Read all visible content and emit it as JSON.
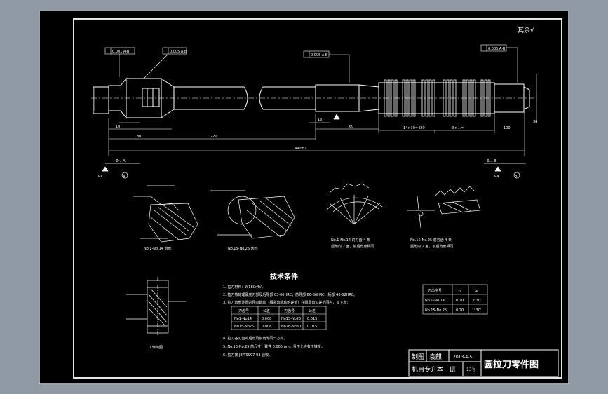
{
  "drawing": {
    "top_right_mark": "其余√",
    "shaft": {
      "tolerance_frames": [
        "0.001 A-B",
        "0.005 A-B",
        "0.005 A-B",
        "0.005 A-B"
      ],
      "dimensions": [
        "220",
        "80",
        "10",
        "16",
        "60",
        "14×30=420",
        "8×...=",
        "100",
        "440±2",
        "30"
      ],
      "datum_left_note": "Φ...  A",
      "datum_right_note": "Φ...  B",
      "datum_a": "A",
      "datum_b": "B",
      "left_note": "Ra",
      "right_label": "Ra"
    },
    "detail_views": {
      "captions": [
        "No.1-No.14 齿形",
        "No.15-No.25 齿形",
        "No.1-No.14 前刃齿 4 条",
        "No.15-No.25 前刃齿 4 条"
      ],
      "captions_sub": [
        "",
        "",
        "后角向 2 面，前后角度相同",
        "后角向 2 面，前后角度相同"
      ]
    },
    "work_view_caption": "工作简图",
    "technical_requirements": {
      "title": "技术条件",
      "items": [
        "1. 拉刀材料：W18Cr4V。",
        "2. 拉刀热处理硬度刃部及后导部 63-66HRC，前导部 60-66HRC，柄部 40-52HRC。",
        "3. 拉刀齿部外圆的径向跳动（相邻齿跳动的差值）在圆周齿公差范围内，如下表：",
        "4. 拉刀各刃齿的后角及前角为同一方向。",
        "5. No.15-No.25 前尺寸一致性 0.005mm，且不允许有正锥度。",
        "6. 拉刀按 JB/T9997-93 验收。"
      ],
      "table": {
        "headers": [
          "刃齿号",
          "公差",
          "刃齿号",
          "公差"
        ],
        "rows": [
          [
            "No1-No14",
            "0.008",
            "No15-No25",
            "0.015"
          ],
          [
            "No15-No25",
            "0.008",
            "No26-No30",
            "0.015"
          ]
        ]
      }
    },
    "angle_table": {
      "headers": [
        "刃齿序号",
        "γ₀",
        "α₀"
      ],
      "rows": [
        [
          "No.1-No.14",
          "0.20",
          "3°30'"
        ],
        [
          "No.15-No.25",
          "0.20",
          "1°30'"
        ]
      ]
    },
    "title_block": {
      "drawn_label": "制图",
      "drawer": "袁麒",
      "date": "2013-4-5",
      "school": "机自专升本一班",
      "number": "13号",
      "title": "圆拉刀零件图"
    },
    "colors": {
      "background": "#000000",
      "line": "#ffffff",
      "frame": "#8f9aa5"
    }
  }
}
